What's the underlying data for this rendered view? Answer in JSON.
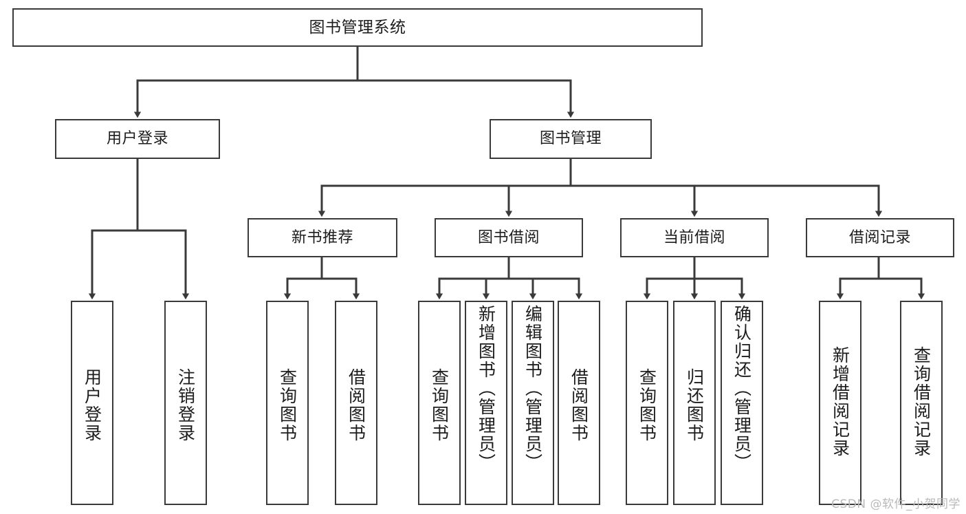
{
  "diagram": {
    "title": "图书管理系统",
    "type": "tree",
    "root": {
      "label": "图书管理系统",
      "children": [
        {
          "label": "用户登录",
          "children": [
            {
              "label": "用户登录"
            },
            {
              "label": "注销登录"
            }
          ]
        },
        {
          "label": "图书管理",
          "children": [
            {
              "label": "新书推荐",
              "children": [
                {
                  "label": "查询图书"
                },
                {
                  "label": "借阅图书"
                }
              ]
            },
            {
              "label": "图书借阅",
              "children": [
                {
                  "label": "查询图书"
                },
                {
                  "label": "新增图书（管理员）"
                },
                {
                  "label": "编辑图书（管理员）"
                },
                {
                  "label": "借阅图书"
                }
              ]
            },
            {
              "label": "当前借阅",
              "children": [
                {
                  "label": "查询图书"
                },
                {
                  "label": "归还图书"
                },
                {
                  "label": "确认归还（管理员）"
                }
              ]
            },
            {
              "label": "借阅记录",
              "children": [
                {
                  "label": "新增借阅记录"
                },
                {
                  "label": "查询借阅记录"
                }
              ]
            }
          ]
        }
      ]
    },
    "colors": {
      "stroke": "#3a3a3a",
      "fill": "#ffffff",
      "text": "#1c1c1c",
      "watermark": "#b9b9b9"
    }
  },
  "watermark": {
    "text": "CSDN @软件_小贺同学"
  }
}
